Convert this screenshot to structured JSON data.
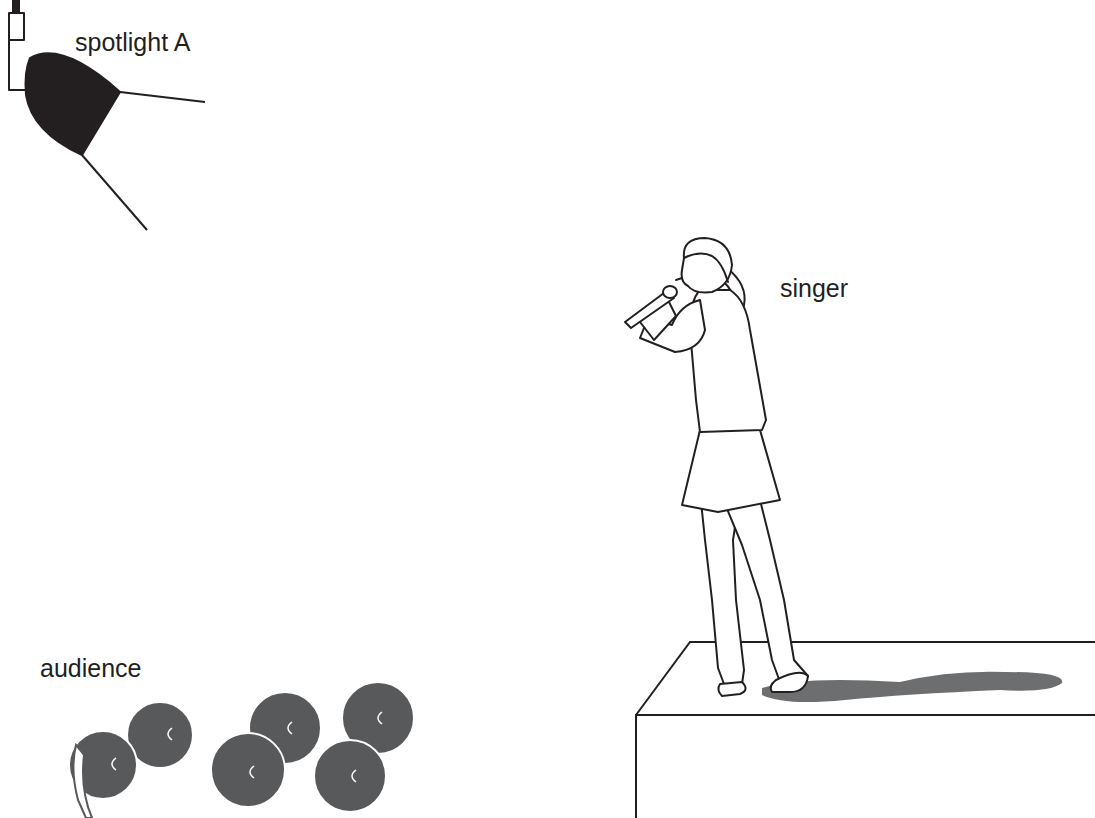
{
  "diagram": {
    "labels": [
      "spotlight A",
      "singer",
      "audience"
    ]
  }
}
